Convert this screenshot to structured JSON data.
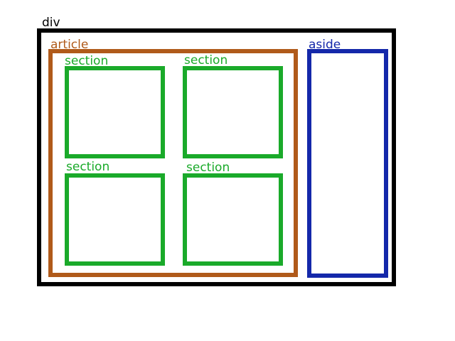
{
  "labels": {
    "div": "div",
    "article": "article",
    "aside": "aside",
    "sections": [
      "section",
      "section",
      "section",
      "section"
    ]
  },
  "colors": {
    "div": "#000000",
    "article": "#b05a1a",
    "aside": "#1428aa",
    "section": "#1aaa2a"
  }
}
